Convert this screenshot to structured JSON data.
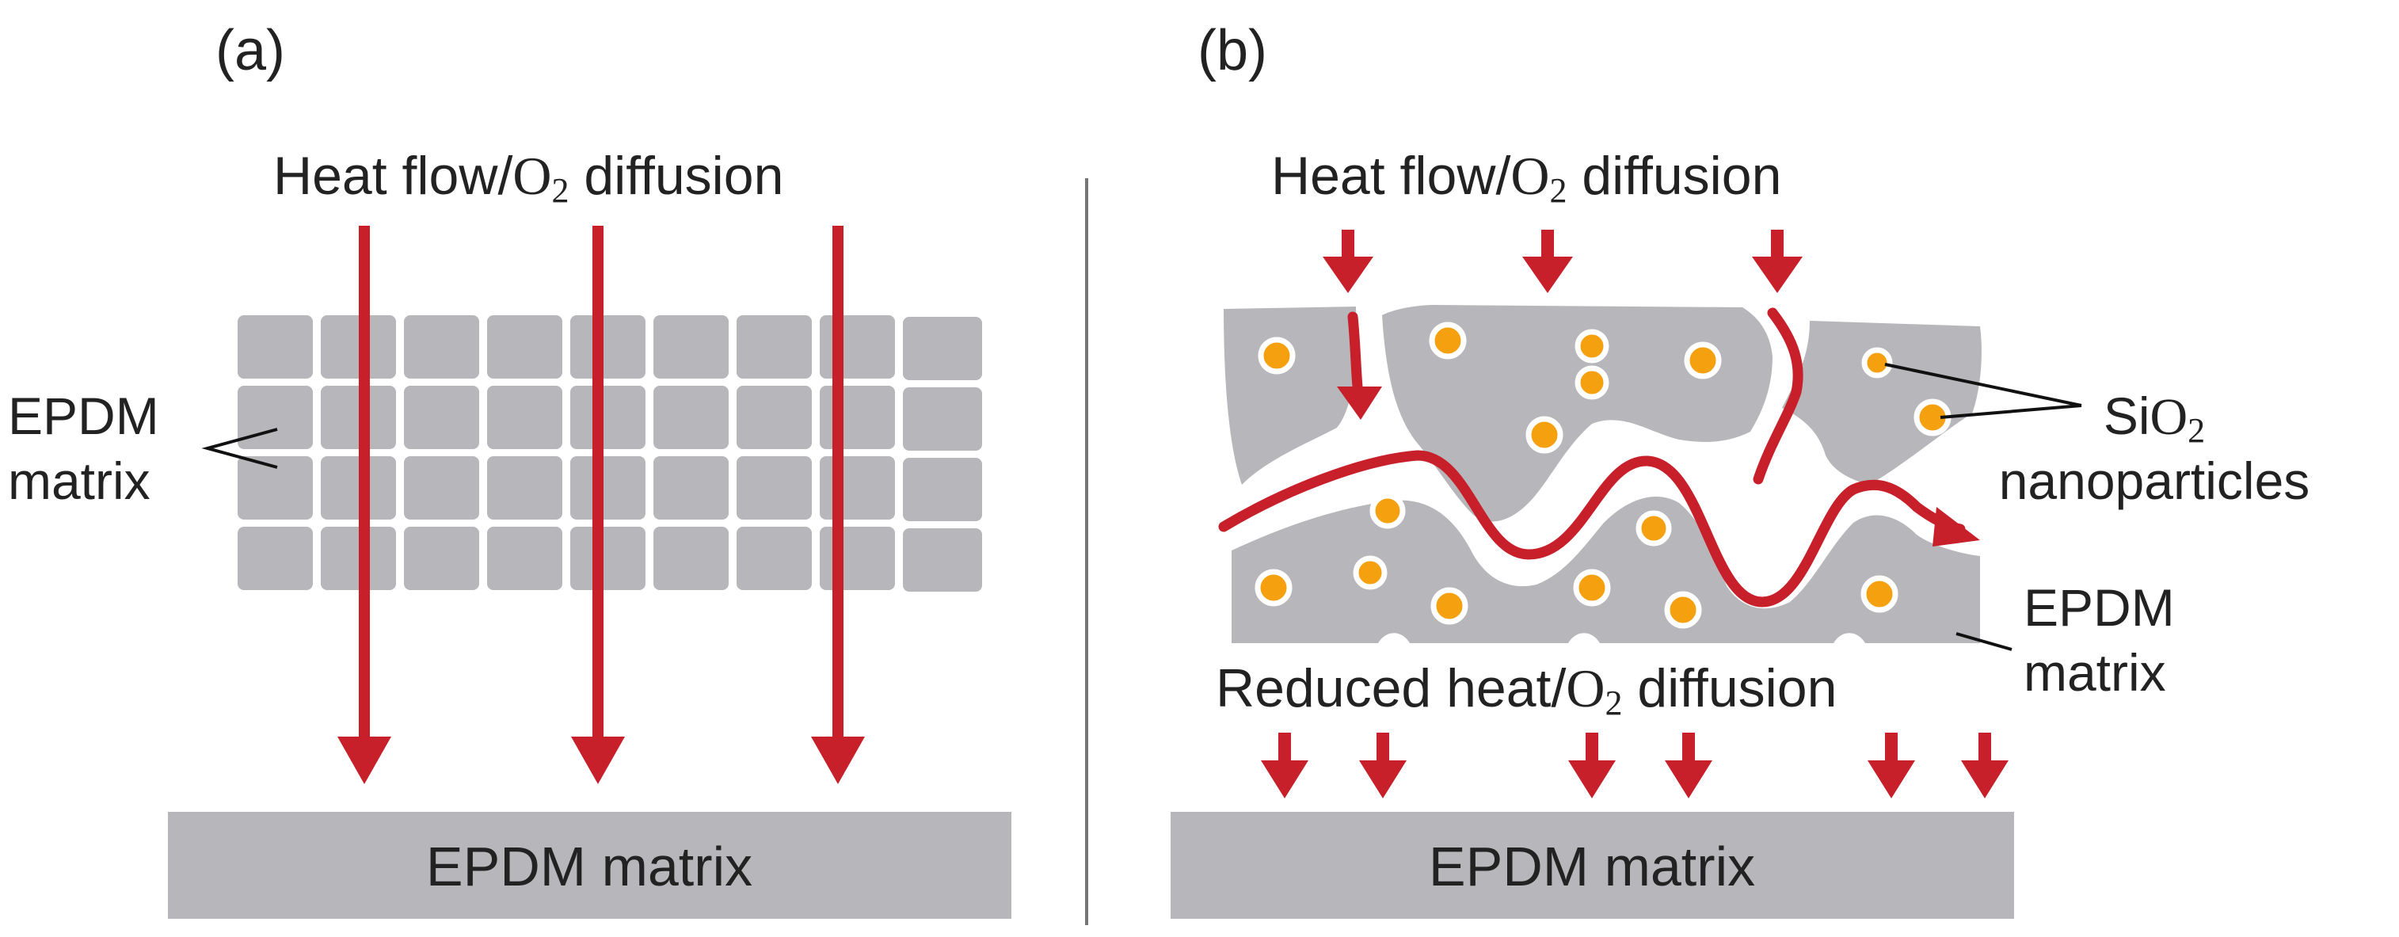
{
  "panel_a": {
    "tag": "(a)",
    "heat_label_pre": "Heat flow/",
    "heat_label_o": "O",
    "heat_label_sub": "2",
    "heat_label_post": " diffusion",
    "side_label_line1": "EPDM",
    "side_label_line2": "matrix",
    "base_label": "EPDM matrix"
  },
  "panel_b": {
    "tag": "(b)",
    "heat_label_pre": "Heat flow/",
    "heat_label_o": "O",
    "heat_label_sub": "2",
    "heat_label_post": " diffusion",
    "sio2_line1_pre": "Si",
    "sio2_line1_o": "O",
    "sio2_line1_sub": "2",
    "sio2_line2": "nanoparticles",
    "epdm_line1": "EPDM",
    "epdm_line2": "matrix",
    "reduced_pre": "Reduced heat/",
    "reduced_o": "O",
    "reduced_sub": "2",
    "reduced_post": " diffusion",
    "base_label": "EPDM matrix"
  },
  "colors": {
    "matrix_gray": "#b7b7bb",
    "arrow_red": "#c8202a",
    "particle_orange": "#f5a00f",
    "divider": "#777777"
  }
}
